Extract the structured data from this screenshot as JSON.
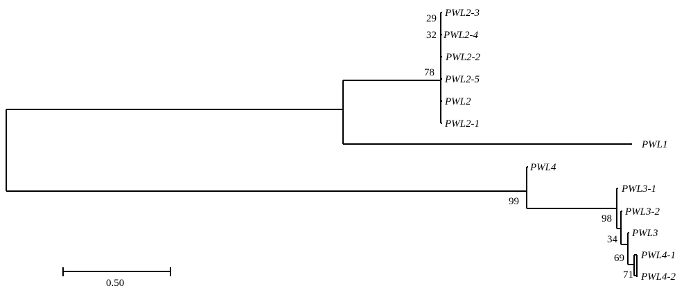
{
  "tree": {
    "taxa": {
      "pwl2_3": "PWL2-3",
      "pwl2_4": "PWL2-4",
      "pwl2_2": "PWL2-2",
      "pwl2_5": "PWL2-5",
      "pwl2": "PWL2",
      "pwl2_1": "PWL2-1",
      "pwl1": "PWL1",
      "pwl4": "PWL4",
      "pwl3_1": "PWL3-1",
      "pwl3_2": "PWL3-2",
      "pwl3": "PWL3",
      "pwl4_1": "PWL4-1",
      "pwl4_2": "PWL4-2"
    },
    "support": {
      "pwl2_3": "29",
      "pwl2_4": "32",
      "pwl2_5": "78",
      "pwl4": "99",
      "pwl3_2": "98",
      "pwl3": "34",
      "pwl4_1": "69",
      "pwl4_2": "71"
    }
  },
  "scale_bar": {
    "label": "0.50"
  }
}
